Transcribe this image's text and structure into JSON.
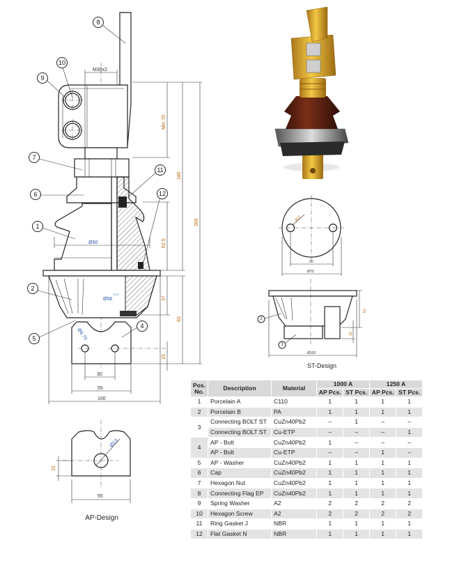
{
  "drawing": {
    "callouts": [
      "1",
      "2",
      "3",
      "4",
      "5",
      "6",
      "7",
      "8",
      "9",
      "10",
      "11",
      "12"
    ],
    "dimensions": {
      "thread": "M30x2",
      "min70": "Min.70",
      "h180": "180",
      "h269": "269",
      "h62_5": "62.5",
      "h37": "37",
      "h83": "83",
      "h15": "15",
      "d90": "Ø90",
      "d56": "Ø56",
      "d56_tol": "+2 0",
      "hole": "Ø6.70",
      "w30": "30",
      "w55": "55",
      "w100": "100"
    },
    "ap_design": {
      "caption": "AP-Design",
      "hole": "Ø13",
      "h15": "15",
      "w55": "55"
    },
    "st_design": {
      "caption": "ST-Design",
      "hole": "Ø13",
      "w50": "50",
      "d70": "Ø70",
      "d100": "Ø100",
      "h51": "51",
      "h13": "13"
    }
  },
  "table": {
    "headers": {
      "pos": "Pos. No.",
      "description": "Description",
      "material": "Material",
      "group_1000": "1000 A",
      "group_1250": "1250 A",
      "ap": "AP Pcs.",
      "st": "ST Pcs."
    },
    "rows": [
      {
        "pos": "1",
        "span": 1,
        "desc": "Porcelain A",
        "mat": "C110",
        "v": [
          "1",
          "1",
          "1",
          "1"
        ],
        "bg": "w",
        "pbg": "w"
      },
      {
        "pos": "2",
        "span": 1,
        "desc": "Porcelain B",
        "mat": "PA",
        "v": [
          "1",
          "1",
          "1",
          "1"
        ],
        "bg": "g",
        "pbg": "g"
      },
      {
        "pos": "3",
        "span": 2,
        "desc": "Connecting BOLT ST",
        "mat": "CuZn40Pb2",
        "v": [
          "–",
          "1",
          "–",
          "–"
        ],
        "bg": "w",
        "pbg": "w"
      },
      {
        "pos": null,
        "desc": "Connecting BOLT ST",
        "mat": "Cu-ETP",
        "v": [
          "–",
          "–",
          "–",
          "1"
        ],
        "bg": "g"
      },
      {
        "pos": "4",
        "span": 2,
        "desc": "AP - Bolt",
        "mat": "CuZn40Pb2",
        "v": [
          "1",
          "–",
          "–",
          "–"
        ],
        "bg": "w",
        "pbg": "g"
      },
      {
        "pos": null,
        "desc": "AP - Bolt",
        "mat": "Cu-ETP",
        "v": [
          "–",
          "–",
          "1",
          "–"
        ],
        "bg": "g"
      },
      {
        "pos": "5",
        "span": 1,
        "desc": "AP - Washer",
        "mat": "CuZn40Pb2",
        "v": [
          "1",
          "1",
          "1",
          "1"
        ],
        "bg": "w",
        "pbg": "w"
      },
      {
        "pos": "6",
        "span": 1,
        "desc": "Cap",
        "mat": "CuZn40Pb2",
        "v": [
          "1",
          "1",
          "1",
          "1"
        ],
        "bg": "g",
        "pbg": "g"
      },
      {
        "pos": "7",
        "span": 1,
        "desc": "Hexagon Nut",
        "mat": "CuZn40Pb2",
        "v": [
          "1",
          "1",
          "1",
          "1"
        ],
        "bg": "w",
        "pbg": "w"
      },
      {
        "pos": "8",
        "span": 1,
        "desc": "Connecting Flag EP",
        "mat": "CuZn40Pb2",
        "v": [
          "1",
          "1",
          "1",
          "1"
        ],
        "bg": "g",
        "pbg": "g"
      },
      {
        "pos": "9",
        "span": 1,
        "desc": "Spring Washer",
        "mat": "A2",
        "v": [
          "2",
          "2",
          "2",
          "2"
        ],
        "bg": "w",
        "pbg": "w"
      },
      {
        "pos": "10",
        "span": 1,
        "desc": "Hexagon Screw",
        "mat": "A2",
        "v": [
          "2",
          "2",
          "2",
          "2"
        ],
        "bg": "g",
        "pbg": "g"
      },
      {
        "pos": "11",
        "span": 1,
        "desc": "Ring Gasket J",
        "mat": "NBR",
        "v": [
          "1",
          "1",
          "1",
          "1"
        ],
        "bg": "w",
        "pbg": "w"
      },
      {
        "pos": "12",
        "span": 1,
        "desc": "Flat Gasket N",
        "mat": "NBR",
        "v": [
          "1",
          "1",
          "1",
          "1"
        ],
        "bg": "g",
        "pbg": "g"
      }
    ]
  },
  "colors": {
    "brass": "#d9a520",
    "porcelain": "#5a1e10",
    "steel": "#9a9a9a",
    "header_bg": "#d9d9d9",
    "row_alt": "#e3e3e3",
    "dim_orange": "#b8650a"
  }
}
